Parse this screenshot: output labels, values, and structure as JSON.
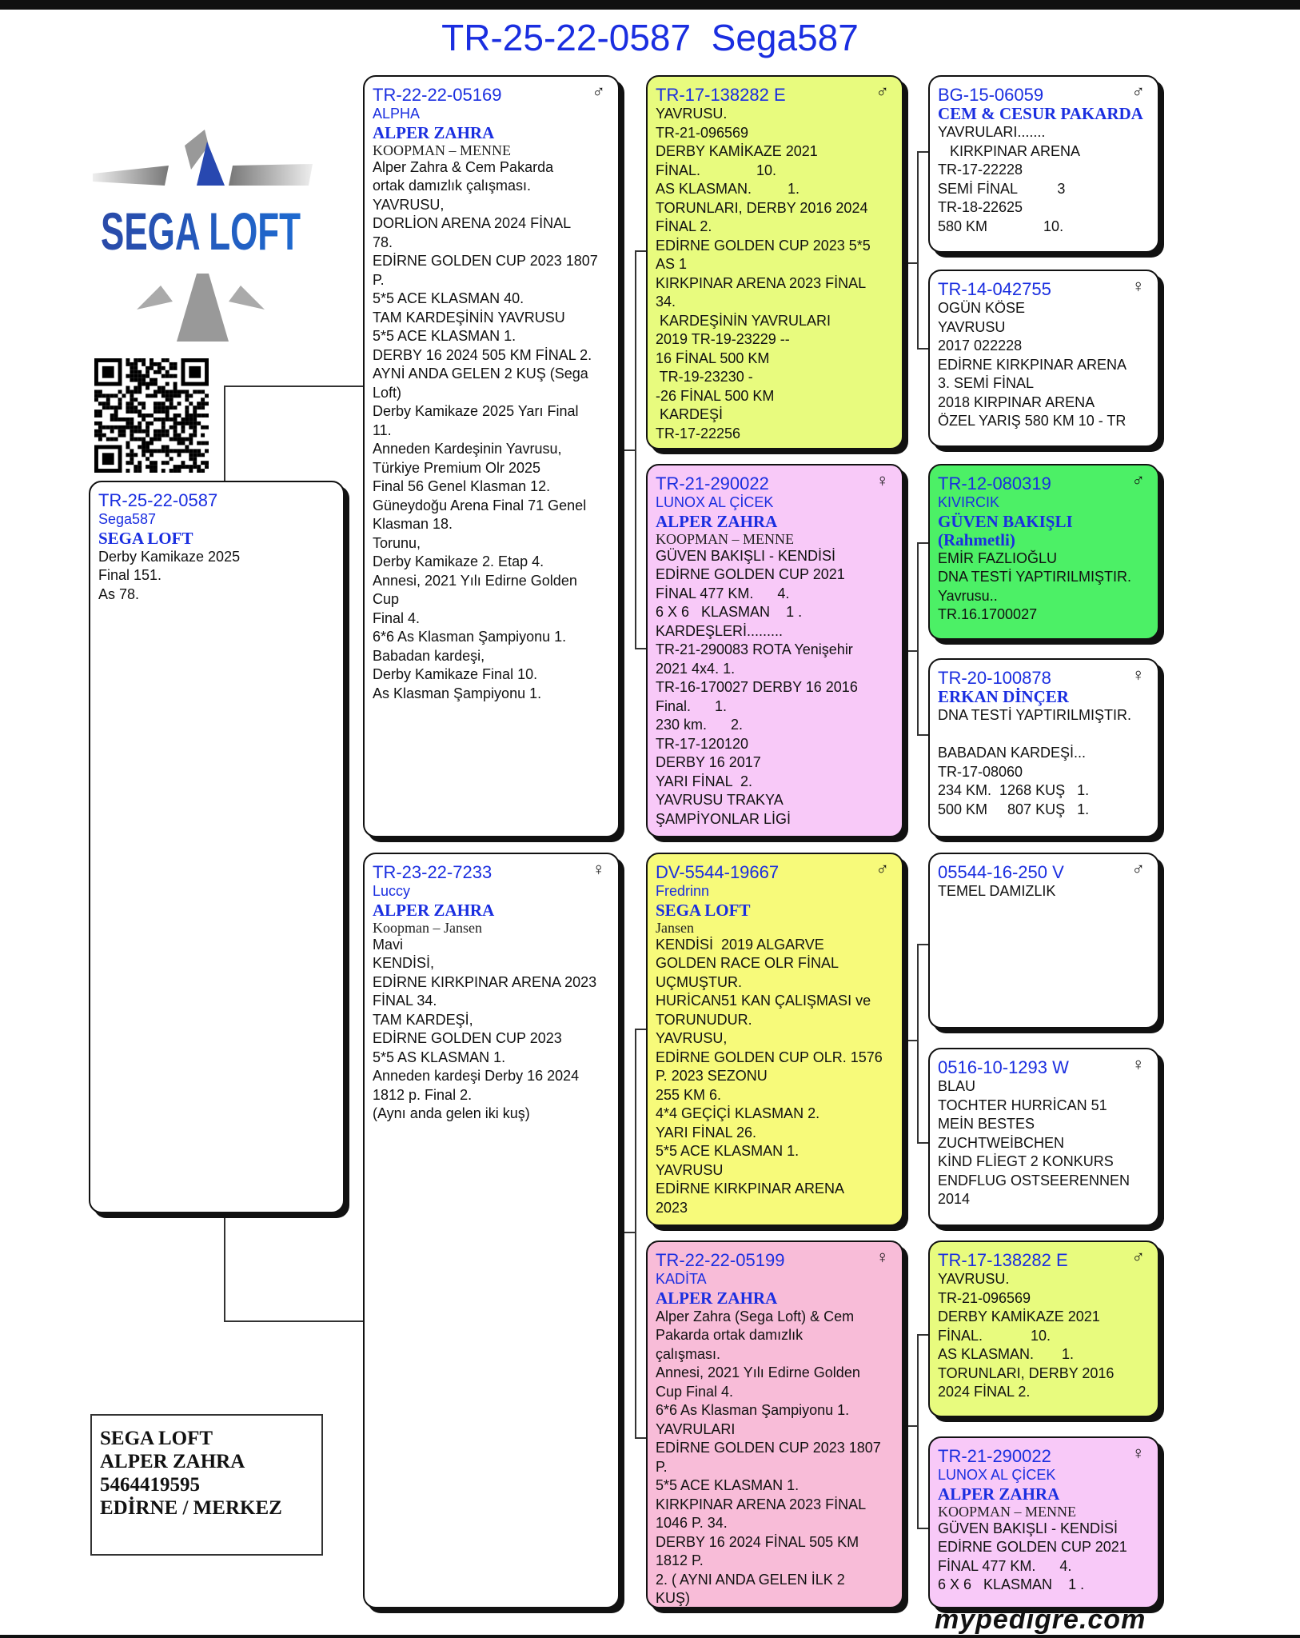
{
  "title": "TR-25-22-0587  Sega587",
  "logo_text": "SEGA LOFT",
  "colors": {
    "blue": "#1a2ee0",
    "yellow_green": "#e8fb7e",
    "pink": "#f8c9f8",
    "yellow": "#f7fa7a",
    "rose": "#f8bcd8",
    "green": "#4cf066",
    "white": "#ffffff"
  },
  "subject": {
    "id": "TR-25-22-0587",
    "name": "Sega587",
    "owner": "SEGA LOFT",
    "lines": [
      "Derby Kamikaze 2025",
      "Final 151.",
      "As 78."
    ]
  },
  "contact": {
    "lines": [
      "SEGA LOFT",
      "ALPER ZAHRA",
      "5464419595",
      "EDİRNE / MERKEZ"
    ]
  },
  "brand": "mypedigre.com",
  "birds": [
    {
      "id": "TR-22-22-05169",
      "sex": "♂",
      "name": "ALPHA",
      "owner": "ALPER ZAHRA",
      "strain": "KOOPMAN  –  MENNE",
      "color": "#ffffff",
      "lines": [
        "Alper Zahra & Cem Pakarda",
        "ortak damızlık çalışması.",
        "YAVRUSU,",
        "DORLİON ARENA 2024 FİNAL",
        "78.",
        "EDİRNE GOLDEN CUP 2023 1807",
        "P.",
        "5*5 ACE KLASMAN 40.",
        "TAM KARDEŞİNİN YAVRUSU",
        "5*5 ACE KLASMAN 1.",
        "DERBY 16 2024 505 KM FİNAL 2.",
        "AYNİ ANDA GELEN 2 KUŞ (Sega",
        "Loft)",
        "Derby Kamikaze 2025 Yarı Final",
        "11.",
        "Anneden Kardeşinin Yavrusu,",
        "Türkiye Premium Olr 2025",
        "Final 56 Genel Klasman 12.",
        "Güneydoğu Arena Final 71 Genel",
        "Klasman 18.",
        "Torunu,",
        "Derby Kamikaze 2. Etap 4.",
        "Annesi, 2021 Yılı Edirne Golden",
        "Cup",
        "Final 4.",
        "6*6 As Klasman Şampiyonu 1.",
        "Babadan kardeşi,",
        "Derby Kamikaze Final 10.",
        "As Klasman Şampiyonu 1."
      ]
    },
    {
      "id": "TR-23-22-7233",
      "sex": "♀",
      "name": "Luccy",
      "owner": "ALPER ZAHRA",
      "strain": "Koopman  –  Jansen",
      "color": "#ffffff",
      "lines": [
        "Mavi",
        "KENDİSİ,",
        "EDİRNE KIRKPINAR ARENA 2023",
        "FİNAL 34.",
        "TAM KARDEŞİ,",
        "EDİRNE GOLDEN CUP 2023",
        "5*5 AS KLASMAN 1.",
        "Anneden kardeşi Derby 16 2024",
        "1812 p. Final 2.",
        "(Aynı anda gelen iki kuş)"
      ]
    },
    {
      "id": "TR-17-138282 E",
      "sex": "♂",
      "color": "#e8fb7e",
      "lines": [
        "YAVRUSU.",
        "TR-21-096569",
        "DERBY KAMİKAZE 2021",
        "FİNAL.              10.",
        "AS KLASMAN.         1.",
        "TORUNLARI, DERBY 2016 2024",
        "FİNAL 2.",
        "EDİRNE GOLDEN CUP 2023 5*5",
        "AS 1",
        "KIRKPINAR ARENA 2023 FİNAL",
        "34.",
        " KARDEŞİNİN YAVRULARI",
        "2019 TR-19-23229 --",
        "16 FİNAL 500 KM",
        " TR-19-23230 -",
        "-26 FİNAL 500 KM",
        " KARDEŞİ",
        "TR-17-22256"
      ]
    },
    {
      "id": "TR-21-290022",
      "sex": "♀",
      "name": "LUNOX AL ÇİCEK",
      "owner": "ALPER ZAHRA",
      "strain": "KOOPMAN  –  MENNE",
      "color": "#f8c9f8",
      "lines": [
        "GÜVEN BAKIŞLI - KENDİSİ",
        "EDİRNE GOLDEN CUP 2021",
        "FİNAL 477 KM.      4.",
        "6 X 6   KLASMAN    1 .",
        "KARDEŞLERİ.........",
        "TR-21-290083 ROTA Yenişehir",
        "2021 4x4. 1.",
        "TR-16-170027 DERBY 16 2016",
        "Final.      1.",
        "230 km.      2.",
        "TR-17-120120",
        "DERBY 16 2017",
        "YARI FİNAL  2.",
        "YAVRUSU TRAKYA",
        "ŞAMPİYONLAR LİGİ"
      ]
    },
    {
      "id": "DV-5544-19667",
      "sex": "♂",
      "name": "Fredrinn",
      "owner": "SEGA LOFT",
      "strain": "Jansen",
      "color": "#f7fa7a",
      "lines": [
        "KENDİSİ  2019 ALGARVE",
        "GOLDEN RACE OLR FİNAL",
        "UÇMUŞTUR.",
        "HURİCAN51 KAN ÇALIŞMASI ve",
        "TORUNUDUR.",
        "YAVRUSU,",
        "EDİRNE GOLDEN CUP OLR. 1576",
        "P. 2023 SEZONU",
        "255 KM 6.",
        "4*4 GEÇİÇİ KLASMAN 2.",
        "YARI FİNAL 26.",
        "5*5 ACE KLASMAN 1.",
        "YAVRUSU",
        "EDİRNE KIRKPINAR ARENA",
        "2023"
      ]
    },
    {
      "id": "TR-22-22-05199",
      "sex": "♀",
      "name": "KADİTA",
      "owner": "ALPER ZAHRA",
      "color": "#f8bcd8",
      "lines": [
        "Alper Zahra (Sega Loft) & Cem",
        "Pakarda ortak damızlık",
        "çalışması.",
        "Annesi, 2021 Yılı Edirne Golden",
        "Cup Final 4.",
        "6*6 As Klasman Şampiyonu 1.",
        "YAVRULARI",
        "EDİRNE GOLDEN CUP 2023 1807",
        "P.",
        "5*5 ACE KLASMAN 1.",
        "KIRKPINAR ARENA 2023 FİNAL",
        "1046 P. 34.",
        "DERBY 16 2024 FİNAL 505 KM",
        "1812 P.",
        "2. ( AYNI ANDA GELEN İLK 2",
        "KUŞ)"
      ]
    },
    {
      "id": "BG-15-06059",
      "sex": "♂",
      "owner": "CEM & CESUR PAKARDA",
      "color": "#ffffff",
      "lines": [
        "YAVRULARI.......",
        "   KIRKPINAR ARENA",
        "TR-17-22228",
        "SEMİ FİNAL          3",
        "TR-18-22625",
        "580 KM              10."
      ]
    },
    {
      "id": "TR-14-042755",
      "sex": "♀",
      "color": "#ffffff",
      "lines": [
        "OGÜN KÖSE",
        "YAVRUSU",
        "2017 022228",
        "EDİRNE KIRKPINAR ARENA",
        "3. SEMİ FİNAL",
        "2018 KIRPINAR ARENA",
        "ÖZEL YARIŞ 580 KM 10 - TR"
      ]
    },
    {
      "id": "TR-12-080319",
      "sex": "♂",
      "name": "KIVIRCIK",
      "owner": "GÜVEN BAKIŞLI",
      "owner2": "(Rahmetli)",
      "color": "#4cf066",
      "lines": [
        "EMİR FAZLIOĞLU",
        "DNA TESTİ YAPTIRILMIŞTIR.",
        "Yavrusu..",
        "TR.16.1700027"
      ]
    },
    {
      "id": "TR-20-100878",
      "sex": "♀",
      "owner": "ERKAN DİNÇER",
      "color": "#ffffff",
      "lines": [
        "DNA TESTİ YAPTIRILMIŞTIR.",
        " ",
        "BABADAN KARDEŞİ...",
        "TR-17-08060",
        "234 KM.  1268 KUŞ   1.",
        "500 KM     807 KUŞ   1."
      ]
    },
    {
      "id": "05544-16-250 V",
      "sex": "♂",
      "color": "#ffffff",
      "lines": [
        "TEMEL DAMIZLIK"
      ]
    },
    {
      "id": "0516-10-1293 W",
      "sex": "♀",
      "color": "#ffffff",
      "lines": [
        "BLAU",
        "TOCHTER HURRİCAN 51",
        "MEİN BESTES",
        "ZUCHTWEİBCHEN",
        "KİND FLİEGT 2 KONKURS",
        "ENDFLUG OSTSEERENNEN",
        "2014"
      ]
    },
    {
      "id": "TR-17-138282 E",
      "sex": "♂",
      "color": "#e8fb7e",
      "lines": [
        "YAVRUSU.",
        "TR-21-096569",
        "DERBY KAMİKAZE 2021",
        "FİNAL.            10.",
        "AS KLASMAN.       1.",
        "TORUNLARI, DERBY 2016",
        "2024 FİNAL 2."
      ]
    },
    {
      "id": "TR-21-290022",
      "sex": "♀",
      "name": "LUNOX AL ÇİCEK",
      "owner": "ALPER ZAHRA",
      "strain": "KOOPMAN  –  MENNE",
      "color": "#f8c9f8",
      "lines": [
        "GÜVEN BAKIŞLI - KENDİSİ",
        "EDİRNE GOLDEN CUP 2021",
        "FİNAL 477 KM.      4.",
        "6 X 6   KLASMAN    1 ."
      ]
    }
  ]
}
